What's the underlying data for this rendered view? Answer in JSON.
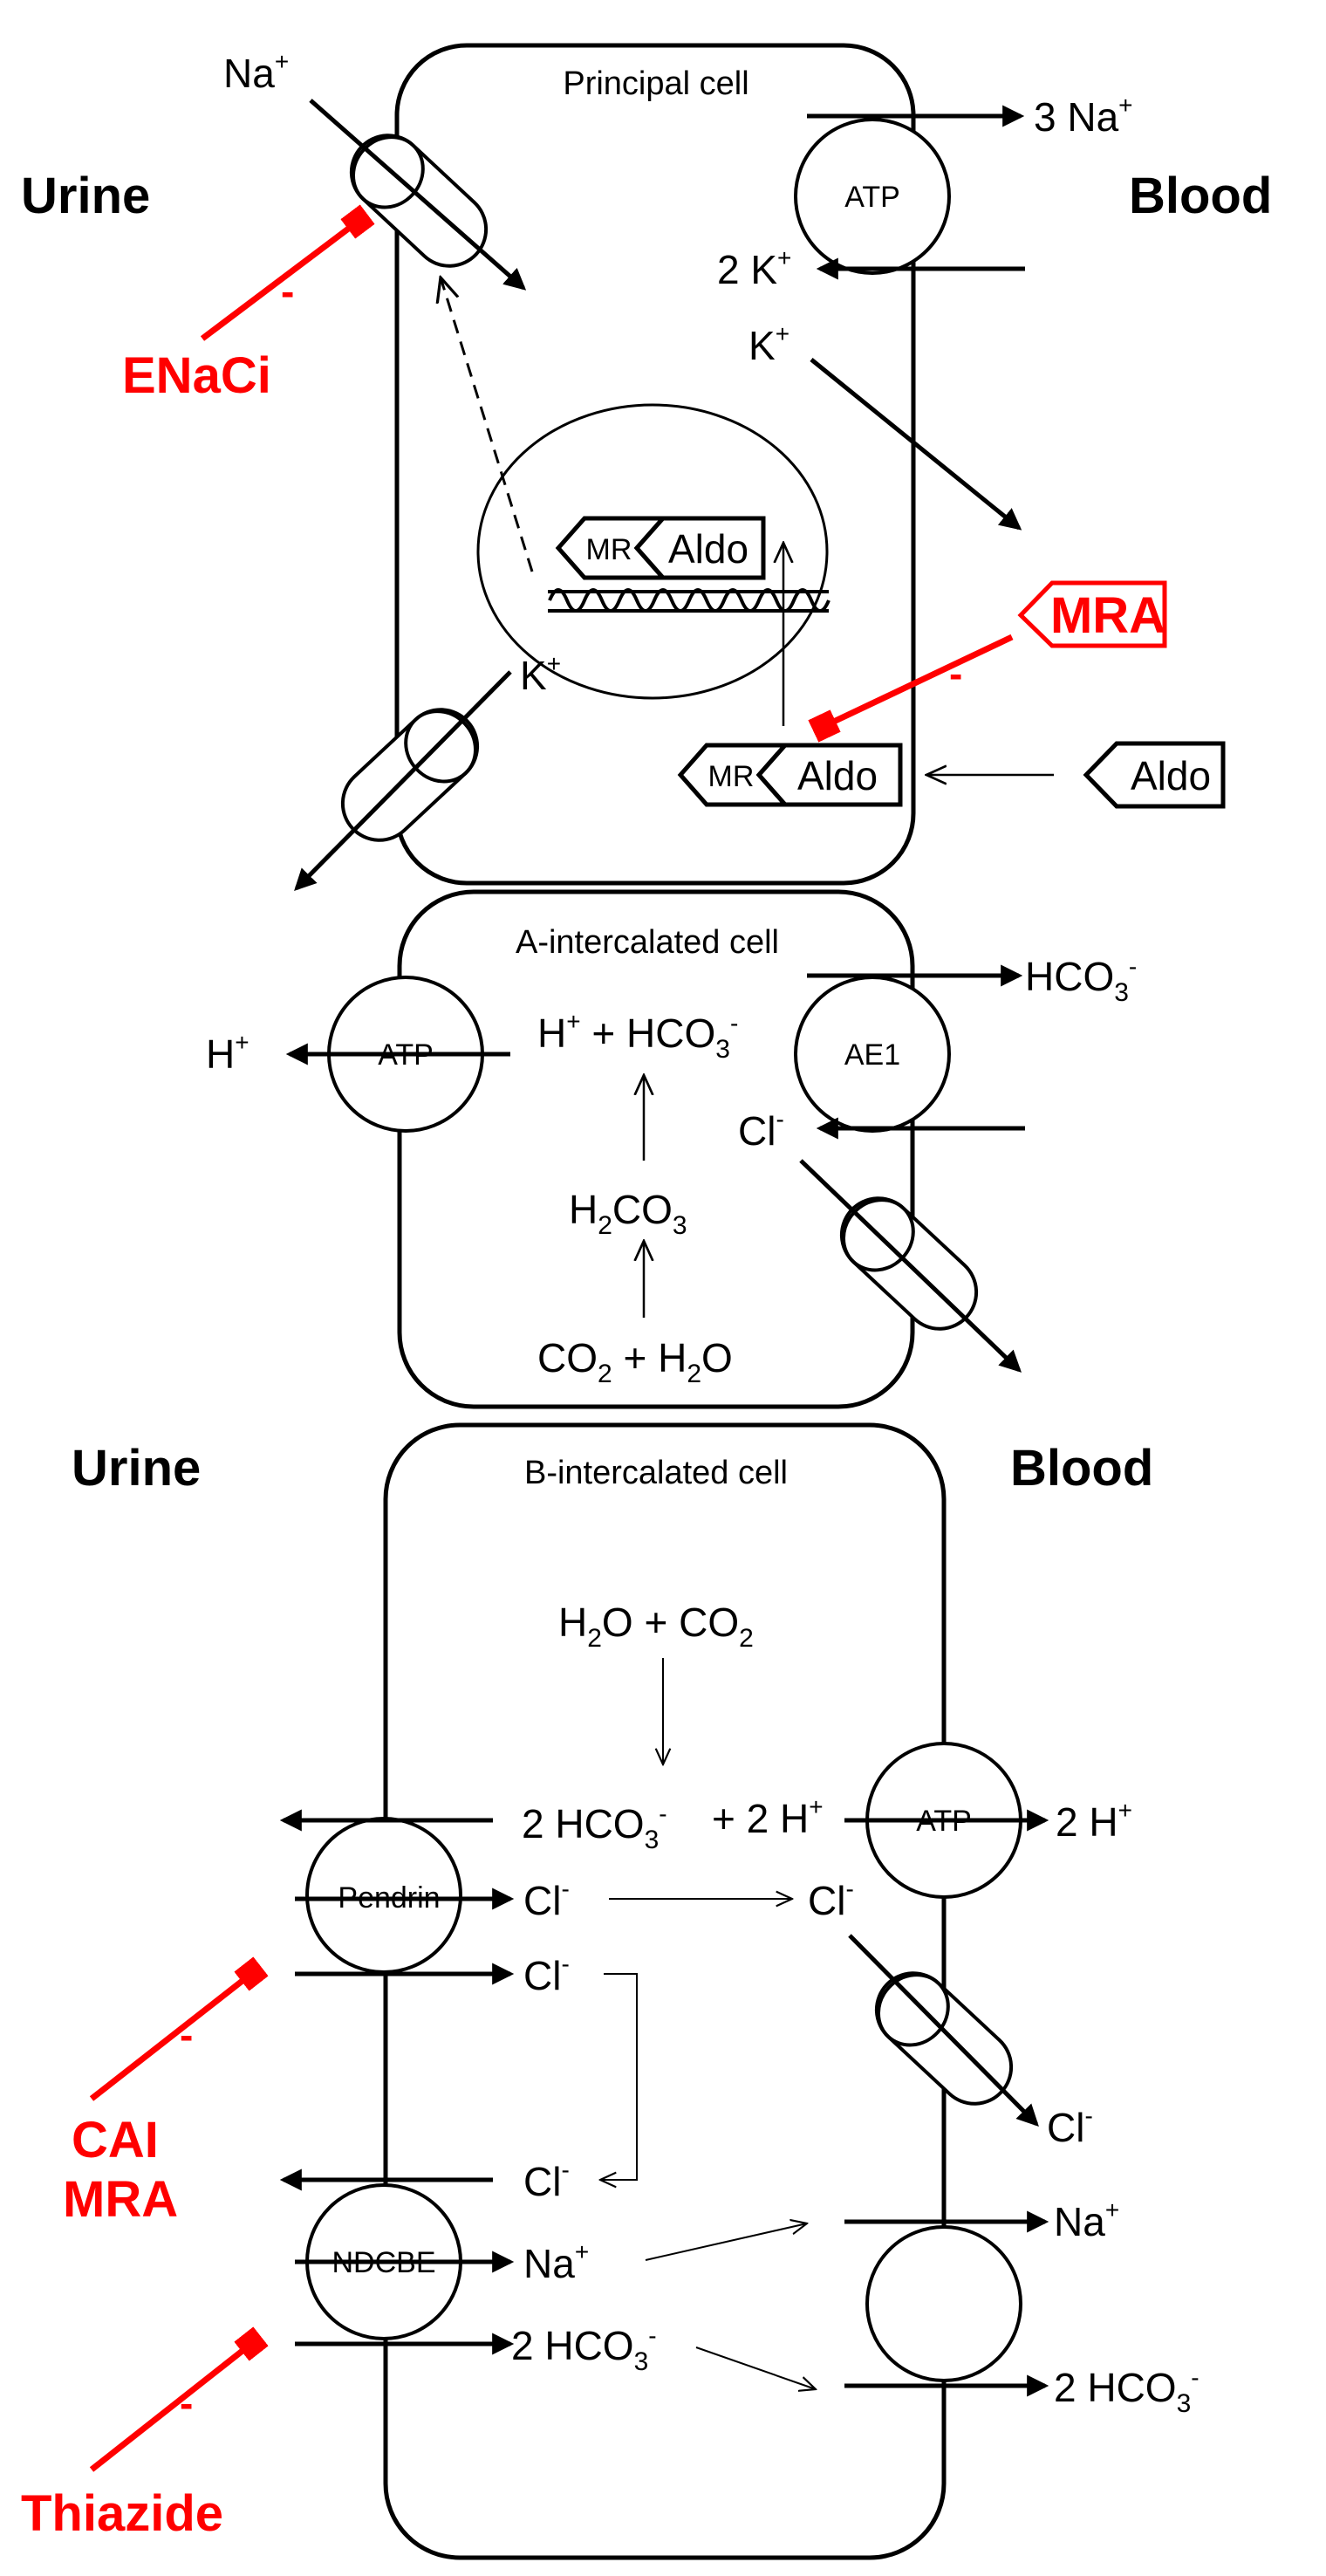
{
  "principal": {
    "title": "Principal cell",
    "urine": "Urine",
    "blood": "Blood",
    "na_in": "Na",
    "na_out": "3 Na",
    "k_in": "2 K",
    "k_blood": "K",
    "k_urine": "K",
    "atp": "ATP",
    "mr": "MR",
    "aldo": "Aldo",
    "aldo_blood": "Aldo",
    "drug_enaci": "ENaCi",
    "drug_mra": "MRA",
    "minus": "-"
  },
  "aic": {
    "title": "A-intercalated cell",
    "h_out": "H",
    "atp": "ATP",
    "ae1": "AE1",
    "hco3_out": "HCO",
    "cl_in": "Cl",
    "h_plus_hco3": "H",
    "h2co3": "H",
    "co2_h2o": "CO"
  },
  "bic": {
    "title": "B-intercalated cell",
    "urine": "Urine",
    "blood": "Blood",
    "h2o_co2": "H",
    "hco3_2": "2 HCO",
    "h2": "+ 2 H",
    "atp": "ATP",
    "h_out": "2 H",
    "pendrin": "Pendrin",
    "cl_a": "Cl",
    "cl_b": "Cl",
    "cl_c": "Cl",
    "cl_d": "Cl",
    "cl_e": "Cl",
    "ndcbe": "NDCBE",
    "na_in": "Na",
    "na_out": "Na",
    "hco3_in": "2 HCO",
    "hco3_out": "2 HCO",
    "drug_cai": "CAI",
    "drug_mra": "MRA",
    "drug_thiazide": "Thiazide",
    "minus": "-"
  },
  "colors": {
    "inhibitor": "#ff0000",
    "line": "#000000"
  }
}
